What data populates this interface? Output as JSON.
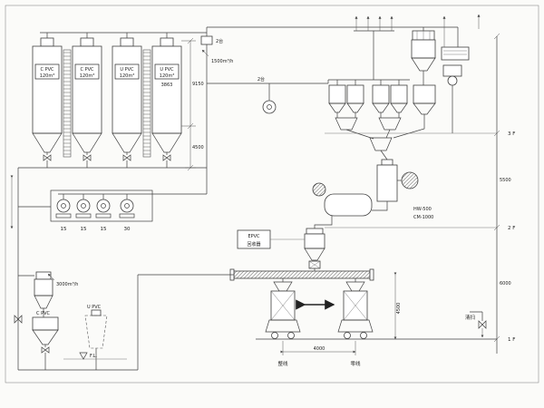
{
  "diagram": {
    "silos": [
      {
        "name": "C PVC",
        "capacity": "120m³"
      },
      {
        "name": "C PVC",
        "capacity": "120m³"
      },
      {
        "name": "U PVC",
        "capacity": "120m³"
      },
      {
        "name": "U PVC",
        "capacity": "120m³"
      }
    ],
    "blowers": {
      "units_label": "2台",
      "powers": [
        "15",
        "15",
        "15",
        "30"
      ]
    },
    "airflow": {
      "top_line": "1500m³/h",
      "bag_station": "3000m³/h"
    },
    "equipment": {
      "hot_mixer": "HW-500",
      "cool_mixer": "CM-1000",
      "recycler_line1": "EPVC",
      "recycler_line2": "回收器"
    },
    "bag_station": {
      "c_pvc": "C PVC",
      "u_pvc": "U PVC",
      "floor_level": "F.L."
    },
    "floors": {
      "f3": "3 F",
      "f2": "2 F",
      "f1": "1 F"
    },
    "dims": {
      "silo_section_height": "9150",
      "silo_lower": "4500",
      "silo_misc": "3863",
      "f3_f2": "5500",
      "f2_f1": "6000",
      "station_span": "4000",
      "station_height": "4500"
    },
    "packing": {
      "left_line": "整线",
      "right_line": "零线"
    },
    "cleanout_label": "清扫"
  }
}
